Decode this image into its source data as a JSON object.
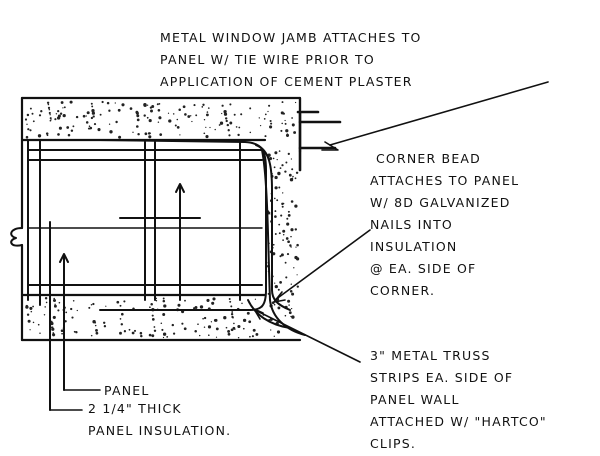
{
  "annotations": {
    "window_jamb": [
      "METAL WINDOW JAMB ATTACHES TO",
      "PANEL W/ TIE WIRE PRIOR TO",
      "APPLICATION OF CEMENT PLASTER"
    ],
    "corner_bead": [
      "CORNER BEAD",
      "ATTACHES TO PANEL",
      "W/ 8d GALVANIZED",
      "NAILS INTO",
      "INSULATION",
      "@ EA. SIDE OF",
      "CORNER."
    ],
    "truss_strips": [
      "3\" METAL TRUSS",
      "STRIPS EA. SIDE OF",
      "PANEL WALL",
      "ATTACHED W/ \"HARTCO\"",
      "CLIPS."
    ],
    "panel": "PANEL",
    "insulation": [
      "2 1/4\" THICK",
      "PANEL INSULATION."
    ]
  }
}
